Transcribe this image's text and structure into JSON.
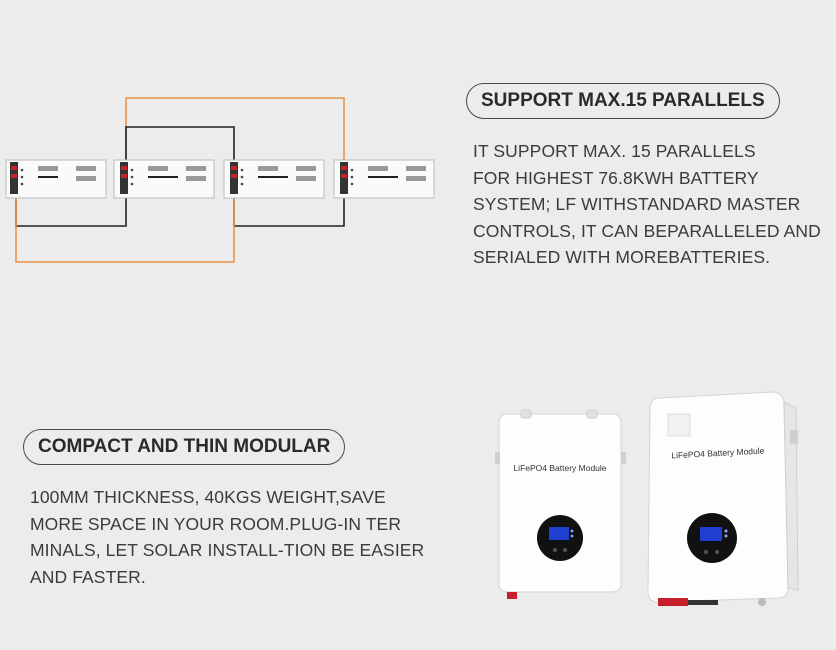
{
  "section1": {
    "heading": "SUPPORT MAX.15 PARALLELS",
    "lines": [
      "IT SUPPORT MAX. 15 PARALLELS",
      "FOR HIGHEST 76.8KWH BATTERY",
      "SYSTEM; LF WITHSTANDARD MASTER",
      "CONTROLS, IT CAN BEPARALLELED AND",
      "SERIALED WITH MOREBATTERIES."
    ]
  },
  "section2": {
    "heading": "COMPACT AND THIN MODULAR",
    "lines": [
      "100MM THICKNESS, 40KGS WEIGHT,SAVE",
      "MORE SPACE IN YOUR ROOM.PLUG-IN TER",
      "MINALS, LET SOLAR INSTALL-TION BE EASIER",
      "AND FASTER."
    ]
  },
  "products": {
    "label_front": "LiFePO4 Battery Module",
    "label_angled": "LiFePO4 Battery Module"
  },
  "colors": {
    "background": "#ececec",
    "cable_orange": "#e8934a",
    "cable_black": "#222222",
    "terminal_red": "#c8202a",
    "screen_blue": "#1f3fd0"
  }
}
